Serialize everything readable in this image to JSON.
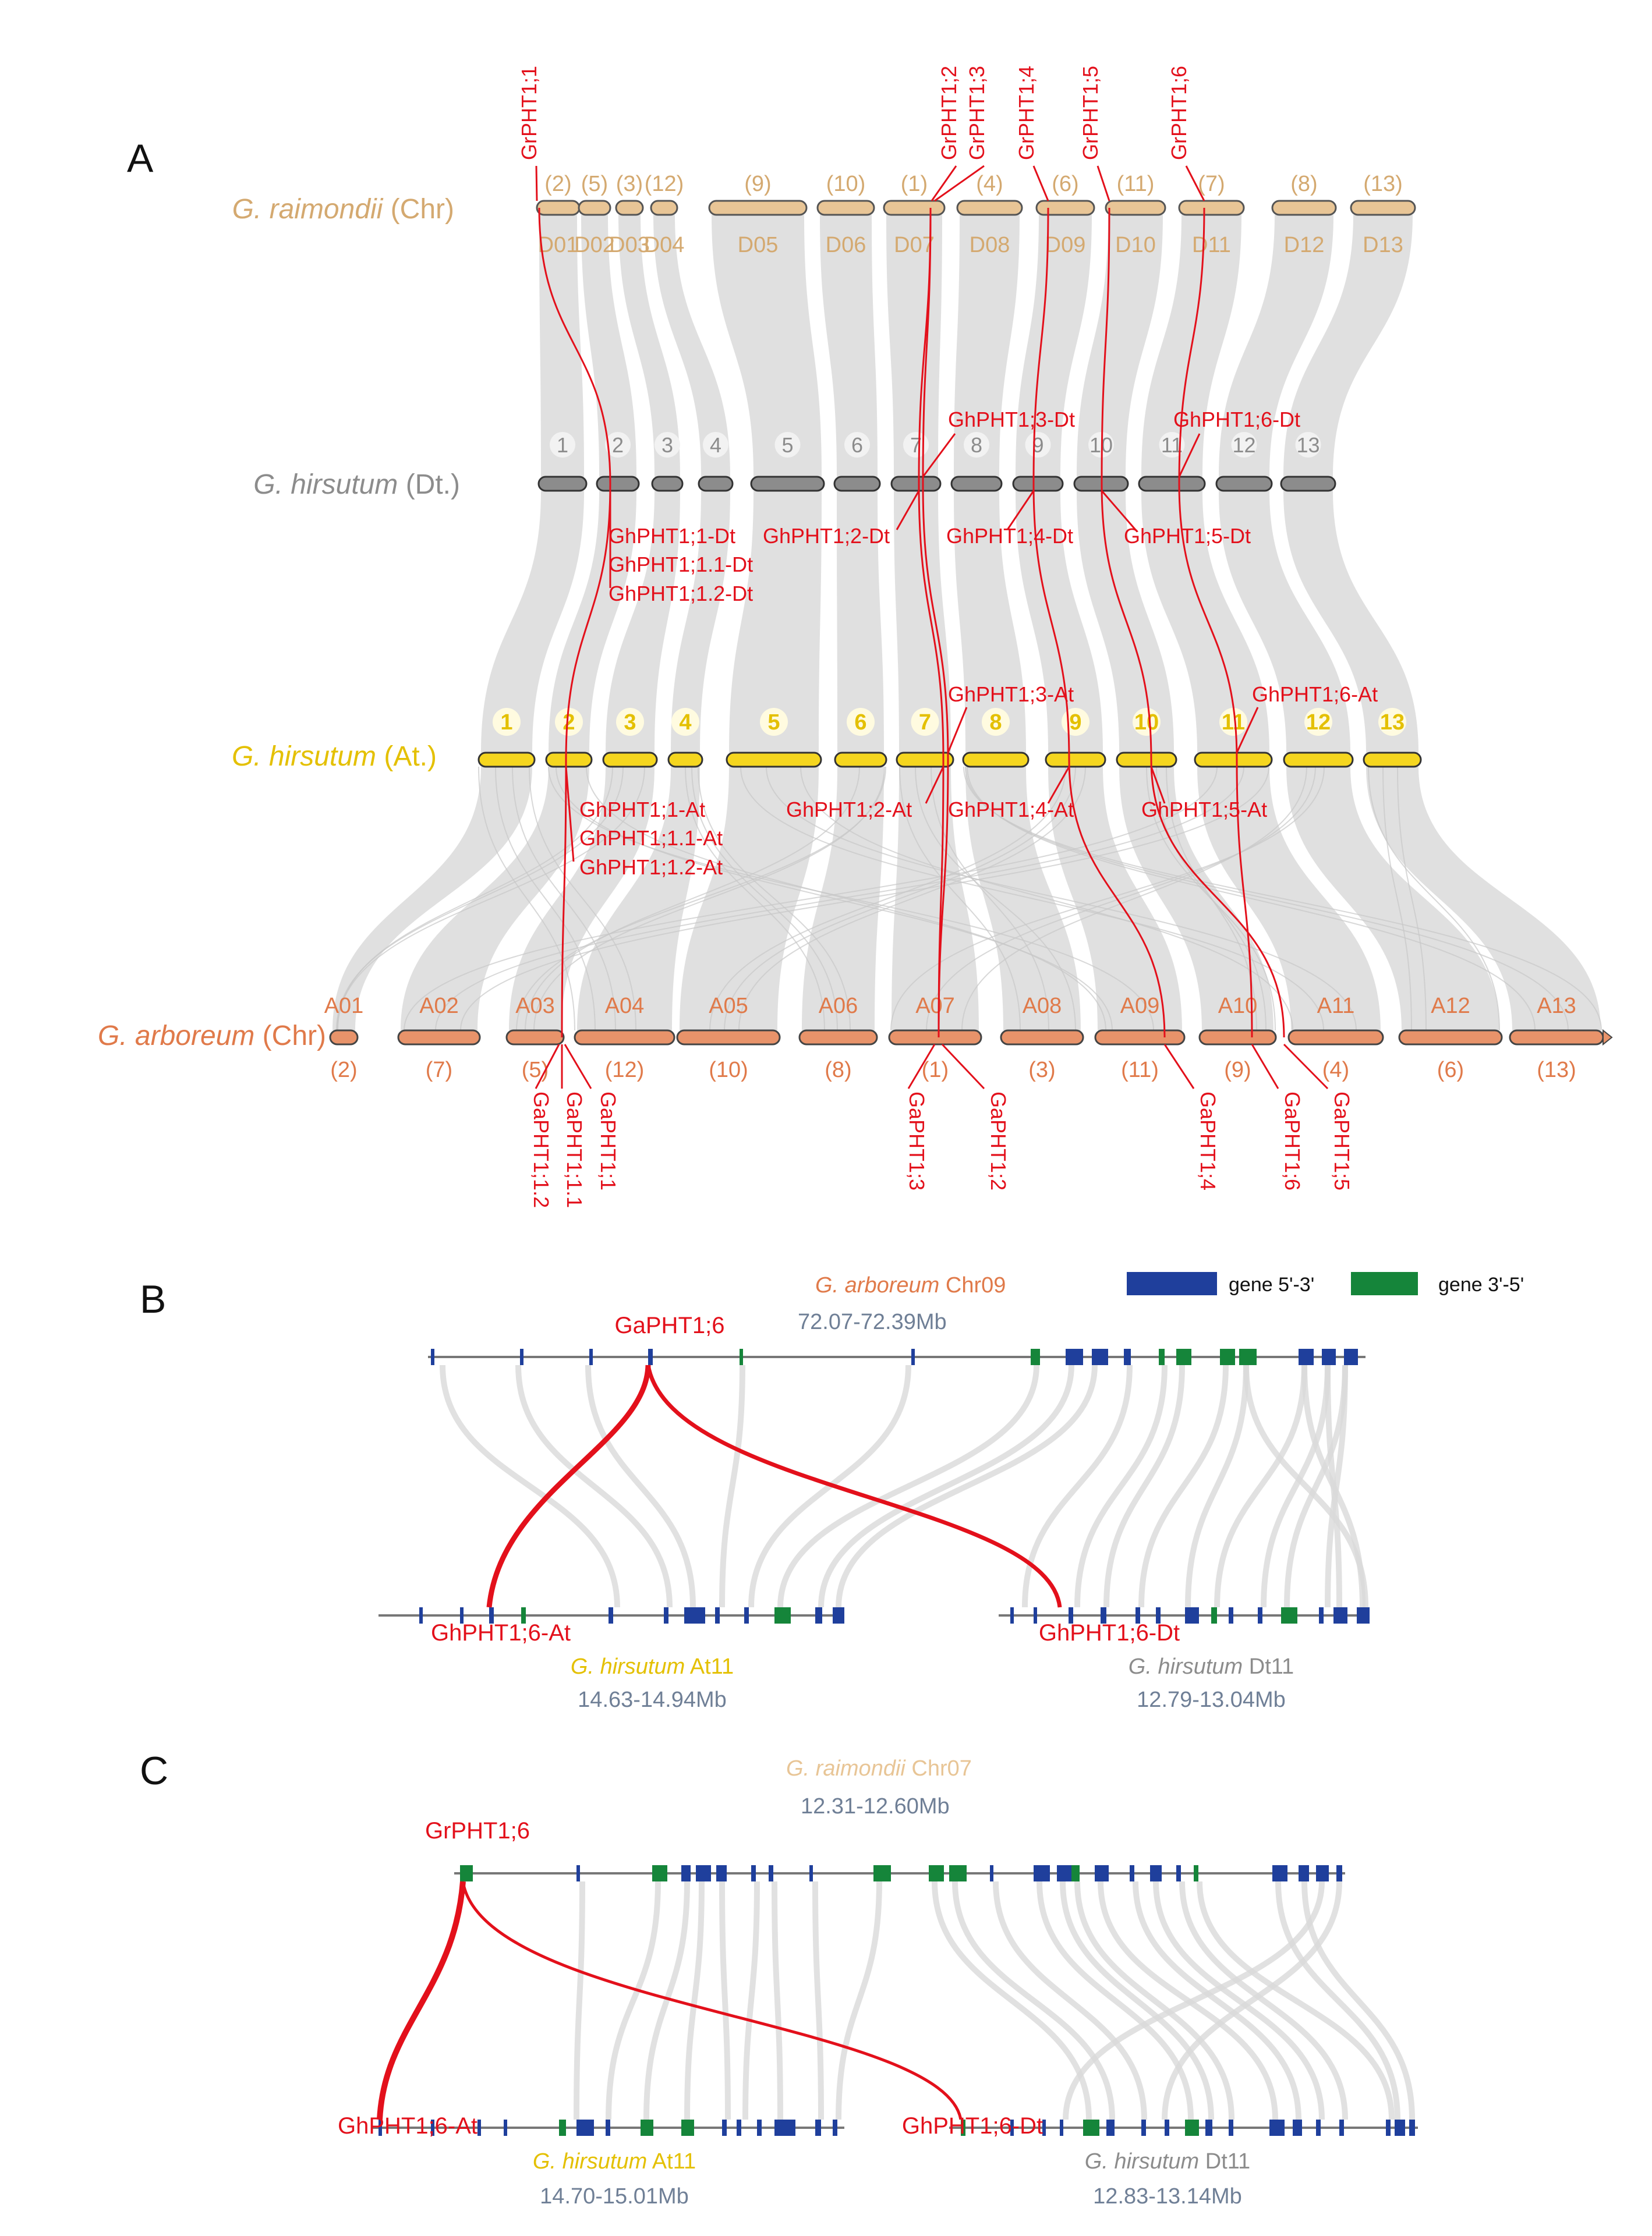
{
  "colors": {
    "raimondii": "#e8c596",
    "raimondii_text": "#d4a970",
    "hirsutum_dt": "#8c8c8c",
    "hirsutum_at": "#f5d61f",
    "hirsutum_at_text": "#e4c000",
    "arboreum": "#e8936a",
    "arboreum_text": "#e07a4a",
    "gene": "#e3101b",
    "synteny": "#d6d6d6",
    "fwd": "#1f3f9c",
    "rev": "#15853a",
    "backbone": "#777777"
  },
  "panels": {
    "A": "A",
    "B": "B",
    "C": "C"
  },
  "panel_a": {
    "genomes": {
      "raimondii": {
        "italic": "G. raimondii",
        "suffix": " (Chr)",
        "chromosomes": [
          {
            "name": "D01",
            "count": "(2)"
          },
          {
            "name": "D02",
            "count": "(5)"
          },
          {
            "name": "D03",
            "count": "(3)"
          },
          {
            "name": "D04",
            "count": "(12)"
          },
          {
            "name": "D05",
            "count": "(9)"
          },
          {
            "name": "D06",
            "count": "(10)"
          },
          {
            "name": "D07",
            "count": "(1)"
          },
          {
            "name": "D08",
            "count": "(4)"
          },
          {
            "name": "D09",
            "count": "(6)"
          },
          {
            "name": "D10",
            "count": "(11)"
          },
          {
            "name": "D11",
            "count": "(7)"
          },
          {
            "name": "D12",
            "count": "(8)"
          },
          {
            "name": "D13",
            "count": "(13)"
          }
        ]
      },
      "hirsutum_dt": {
        "italic": "G. hirsutum",
        "suffix": " (Dt.)",
        "numbers": [
          "1",
          "2",
          "3",
          "4",
          "5",
          "6",
          "7",
          "8",
          "9",
          "10",
          "11",
          "12",
          "13"
        ]
      },
      "hirsutum_at": {
        "italic": "G. hirsutum",
        "suffix": " (At.)",
        "numbers": [
          "1",
          "2",
          "3",
          "4",
          "5",
          "6",
          "7",
          "8",
          "9",
          "10",
          "11",
          "12",
          "13"
        ]
      },
      "arboreum": {
        "italic": "G. arboreum",
        "suffix": " (Chr)",
        "chromosomes": [
          {
            "name": "A01",
            "count": "(2)"
          },
          {
            "name": "A02",
            "count": "(7)"
          },
          {
            "name": "A03",
            "count": "(5)"
          },
          {
            "name": "A04",
            "count": "(12)"
          },
          {
            "name": "A05",
            "count": "(10)"
          },
          {
            "name": "A06",
            "count": "(8)"
          },
          {
            "name": "A07",
            "count": "(1)"
          },
          {
            "name": "A08",
            "count": "(3)"
          },
          {
            "name": "A09",
            "count": "(11)"
          },
          {
            "name": "A10",
            "count": "(9)"
          },
          {
            "name": "A11",
            "count": "(4)"
          },
          {
            "name": "A12",
            "count": "(6)"
          },
          {
            "name": "A13",
            "count": "(13)"
          }
        ]
      }
    },
    "gr_genes": [
      "GrPHT1;1",
      "GrPHT1;2",
      "GrPHT1;3",
      "GrPHT1;4",
      "GrPHT1;5",
      "GrPHT1;6"
    ],
    "dt_genes": [
      "GhPHT1;1-Dt",
      "GhPHT1;1.1-Dt",
      "GhPHT1;1.2-Dt",
      "GhPHT1;2-Dt",
      "GhPHT1;3-Dt",
      "GhPHT1;4-Dt",
      "GhPHT1;5-Dt",
      "GhPHT1;6-Dt"
    ],
    "at_genes": [
      "GhPHT1;1-At",
      "GhPHT1;1.1-At",
      "GhPHT1;1.2-At",
      "GhPHT1;2-At",
      "GhPHT1;3-At",
      "GhPHT1;4-At",
      "GhPHT1;5-At",
      "GhPHT1;6-At"
    ],
    "ga_genes": [
      "GaPHT1;1.2",
      "GaPHT1;1.1",
      "GaPHT1;1",
      "GaPHT1;3",
      "GaPHT1;2",
      "GaPHT1;4",
      "GaPHT1;6",
      "GaPHT1;5"
    ]
  },
  "panel_b": {
    "top_genome_italic": "G. arboreum",
    "top_genome_suffix": " Chr09",
    "top_range": "72.07-72.39Mb",
    "top_gene": "GaPHT1;6",
    "left_gene": "GhPHT1;6-At",
    "right_gene": "GhPHT1;6-Dt",
    "left_genome_italic": "G. hirsutum",
    "left_genome_suffix": " At11",
    "left_range": "14.63-14.94Mb",
    "right_genome_italic": "G. hirsutum",
    "right_genome_suffix": " Dt11",
    "right_range": "12.79-13.04Mb",
    "legend": {
      "fwd": "gene 5'-3'",
      "rev": "gene 3'-5'"
    }
  },
  "panel_c": {
    "top_genome_italic": "G. raimondii",
    "top_genome_suffix": " Chr07",
    "top_range": "12.31-12.60Mb",
    "top_gene": "GrPHT1;6",
    "left_gene": "GhPHT1;6-At",
    "right_gene": "GhPHT1;6-Dt",
    "left_genome_italic": "G. hirsutum",
    "left_genome_suffix": " At11",
    "left_range": "14.70-15.01Mb",
    "right_genome_italic": "G. hirsutum",
    "right_genome_suffix": " Dt11",
    "right_range": "12.83-13.14Mb"
  }
}
